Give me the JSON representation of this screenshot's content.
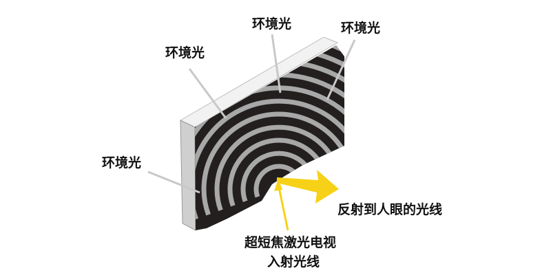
{
  "labels": {
    "ambient_1": "环境光",
    "ambient_2": "环境光",
    "ambient_3": "环境光",
    "ambient_4": "环境光",
    "reflected": "反射到人眼的光线",
    "incident_line1": "超短焦激光电视",
    "incident_line2": "入射光线"
  },
  "colors": {
    "panel_face": "#231f1f",
    "ridge": "#a8a8a8",
    "arrow_yellow": "#f7d117",
    "pointer": "#c8c8c8"
  }
}
